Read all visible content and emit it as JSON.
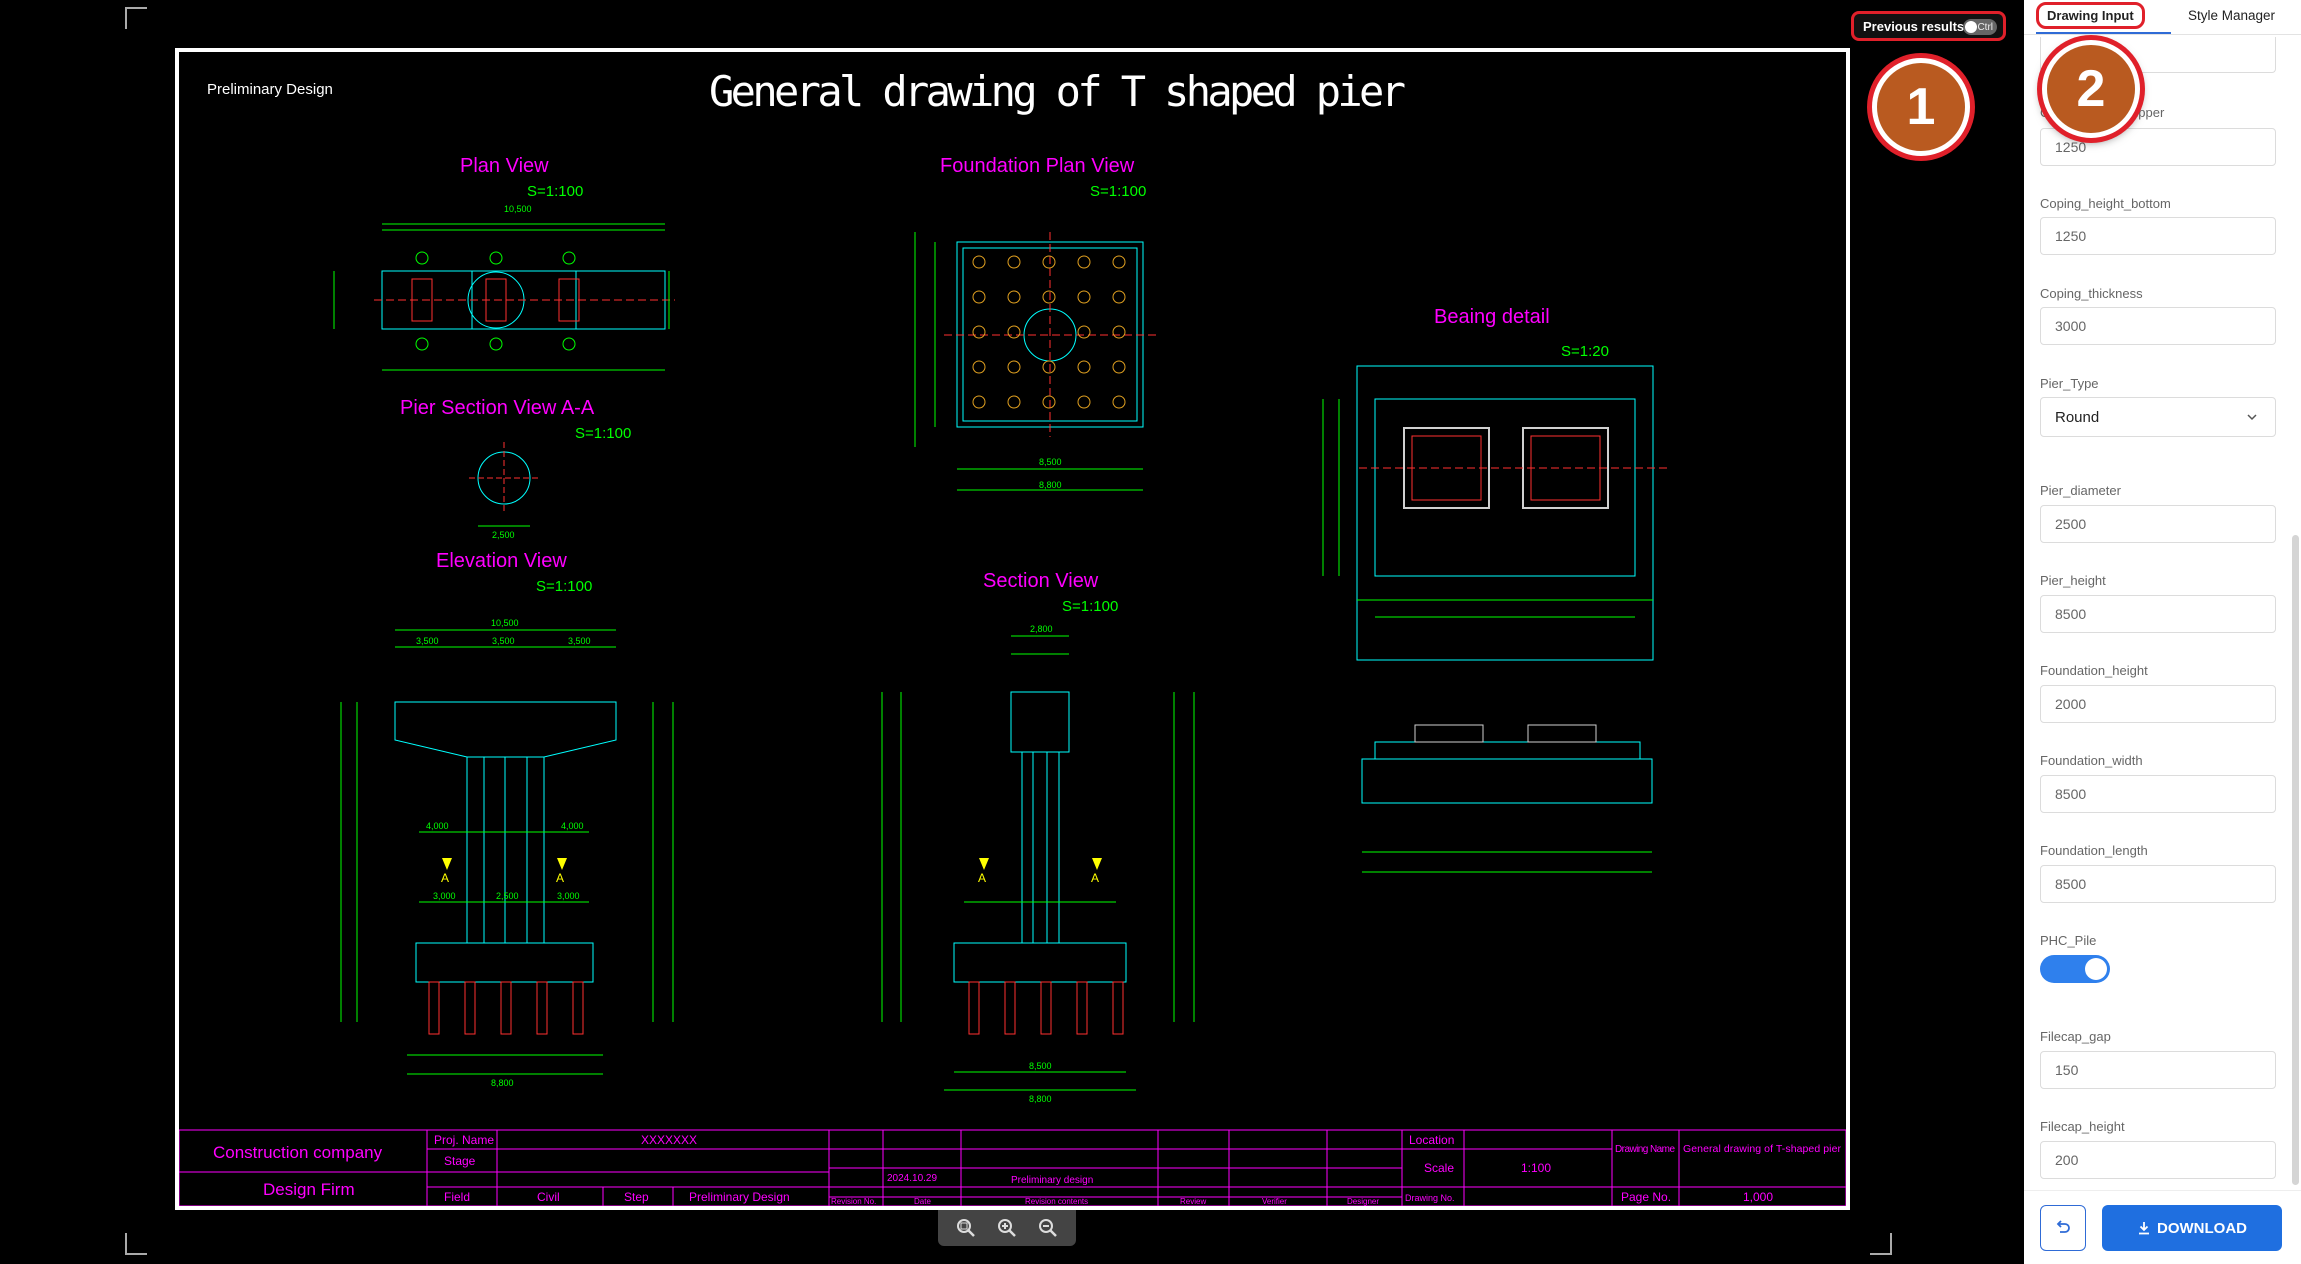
{
  "top_bar": {
    "previous_results_label": "Previous results",
    "shortcut_label": "Ctrl"
  },
  "badges": {
    "first": "1",
    "second": "2"
  },
  "drawing": {
    "stage_caption": "Preliminary Design",
    "title": "General drawing of T shaped pier",
    "views": {
      "plan": {
        "title": "Plan View",
        "scale": "S=1:100"
      },
      "foundation_plan": {
        "title": "Foundation Plan View",
        "scale": "S=1:100"
      },
      "bearing": {
        "title": "Beaing detail",
        "scale": "S=1:20"
      },
      "pier_section": {
        "title": "Pier Section View A-A",
        "scale": "S=1:100"
      },
      "elevation": {
        "title": "Elevation View",
        "scale": "S=1:100"
      },
      "section": {
        "title": "Section View",
        "scale": "S=1:100"
      }
    },
    "dimensions": {
      "plan_total": "10,500",
      "pier_dia": "2,500",
      "found_width": "8,500",
      "found_total": "8,800",
      "elev_total": "10,500",
      "elev_sub": [
        "3,500",
        "3,500",
        "3,500"
      ],
      "elev_4000a": "4,000",
      "elev_4000b": "4,000",
      "elev_3000a": "3,000",
      "elev_2500": "2,500",
      "elev_3000b": "3,000",
      "elev_bottom": "8,800",
      "sect_top": "2,800",
      "sect_found": "8,500",
      "sect_bottom": "8,800",
      "label_a": "A"
    },
    "title_block": {
      "company": "Construction company",
      "firm": "Design Firm",
      "proj_name_label": "Proj. Name",
      "proj_name_value": "XXXXXXX",
      "stage_label": "Stage",
      "field_label": "Field",
      "field_value": "Civil",
      "step_label": "Step",
      "step_value": "Preliminary Design",
      "revision_date": "2024.10.29",
      "revision_contents": "Preliminary design",
      "col_revision_no": "Revision No.",
      "col_date": "Date",
      "col_revision_contents": "Revision contents",
      "col_review": "Review",
      "col_verifier": "Verifier",
      "col_designer": "Designer",
      "location_label": "Location",
      "scale_label": "Scale",
      "scale_value": "1:100",
      "drawing_no_label": "Drawing No.",
      "drawing_name_label": "Drawing Name",
      "drawing_name_value": "General drawing of T-shaped pier",
      "page_no_label": "Page No.",
      "page_no_value": "1,000"
    }
  },
  "panel": {
    "tabs": {
      "drawing_input": "Drawing Input",
      "style_manager": "Style Manager"
    },
    "fields": [
      {
        "label": "Coping_height_upper",
        "value": "1250"
      },
      {
        "label": "Coping_height_bottom",
        "value": "1250"
      },
      {
        "label": "Coping_thickness",
        "value": "3000"
      },
      {
        "label": "Pier_Type",
        "value": "Round"
      },
      {
        "label": "Pier_diameter",
        "value": "2500"
      },
      {
        "label": "Pier_height",
        "value": "8500"
      },
      {
        "label": "Foundation_height",
        "value": "2000"
      },
      {
        "label": "Foundation_width",
        "value": "8500"
      },
      {
        "label": "Foundation_length",
        "value": "8500"
      },
      {
        "label": "PHC_Pile",
        "value": ""
      },
      {
        "label": "Filecap_gap",
        "value": "150"
      },
      {
        "label": "Filecap_height",
        "value": "200"
      }
    ],
    "download_label": "DOWNLOAD"
  },
  "colors": {
    "accent": "#1f6fe0",
    "highlight": "#e0202a",
    "badge": "#b95a20",
    "cad_cyan": "#00ffff",
    "cad_magenta": "#ff00ff",
    "cad_green": "#00ff00"
  }
}
